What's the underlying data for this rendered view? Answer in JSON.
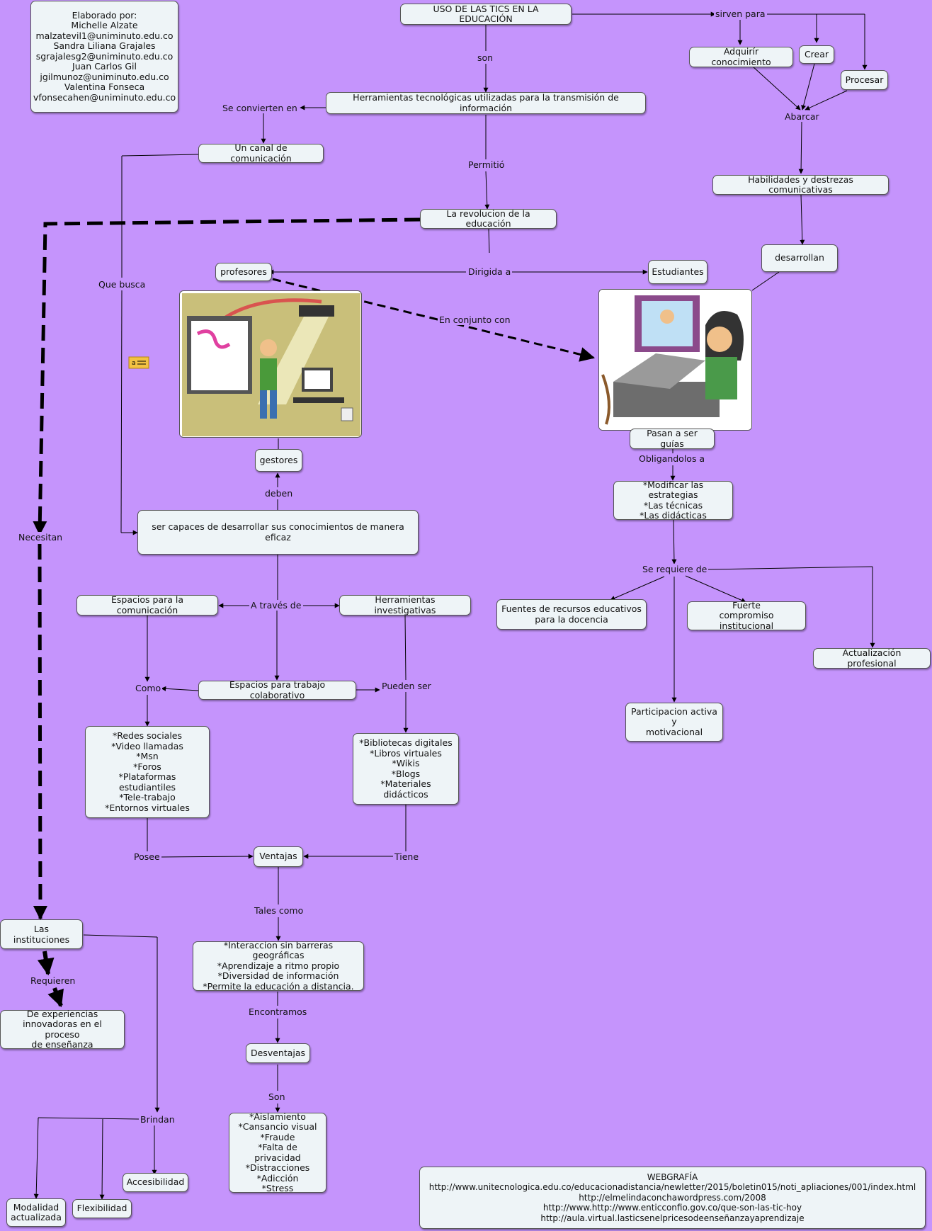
{
  "credits": {
    "lines": [
      "Elaborado por:",
      "Michelle Alzate",
      "malzatevil1@uniminuto.edu.co",
      "Sandra Liliana Grajales",
      "sgrajalesg2@uniminuto.edu.co",
      "Juan Carlos Gil",
      "jgilmunoz@uniminuto.edu.co",
      "Valentina Fonseca",
      "vfonsecahen@uniminuto.edu.co"
    ]
  },
  "nodes": {
    "main": "USO DE LAS TICS EN LA EDUCACIÓN",
    "adquirir": "Adquirír conocimiento",
    "crear": "Crear",
    "procesar": "Procesar",
    "herramientas": "Herramientas tecnológicas utilizadas para la transmisión de información",
    "canal": "Un  canal de comunicación",
    "habilidades": "Habilidades y destrezas comunicativas",
    "revolucion": "La revolucion de la educación",
    "desarrollan": "desarrollan",
    "profesores": "profesores",
    "estudiantes": "Estudiantes",
    "gestores": "gestores",
    "pasan": "Pasan a ser guías",
    "modificar": "*Modificar las estrategias\n*Las técnicas\n*Las didácticas",
    "ser_capaces": "ser capaces de desarrollar sus conocimientos de manera eficaz",
    "espacios_com": "Espacios para la comunicación",
    "herr_inv": "Herramientas investigativas",
    "fuentes": "Fuentes de recursos educativos\npara la docencia",
    "fuerte": "Fuerte\ncompromiso institucional",
    "actualizacion": "Actualización profesional",
    "espacios_trab": "Espacios para trabajo colaborativo",
    "participacion": "Participacion activa\ny\nmotivacional",
    "redes": "*Redes sociales\n*Video llamadas\n*Msn\n*Foros\n*Plataformas estudiantiles\n*Tele-trabajo\n*Entornos virtuales",
    "bibliotecas": "*Bibliotecas digitales\n*Libros virtuales\n*Wikis\n*Blogs\n*Materiales didácticos",
    "ventajas": "Ventajas",
    "instituciones": "Las instituciones",
    "interaccion": "*Interaccion sin barreras geográficas\n*Aprendizaje a ritmo propio\n*Diversidad de información\n*Permite la educación a distancia.",
    "experiencias": "De experiencias\ninnovadoras en el proceso\nde enseñanza",
    "desventajas": "Desventajas",
    "aislamiento": "*Aislamiento\n*Cansancio visual\n*Fraude\n*Falta de privacidad\n*Distracciones\n*Adicción\n*Stress",
    "accesibilidad": "Accesibilidad",
    "modalidad": "Modalidad\nactualizada",
    "flexibilidad": "Flexibilidad",
    "webgrafia": "WEBGRAFÍA\nhttp://www.unitecnologica.edu.co/educacionadistancia/newletter/2015/boletin015/noti_apliaciones/001/index.html\nhttp://elmelindaconchawordpress.com/2008\nhttp://www.http://www.enticconfio.gov.co/que-son-las-tic-hoy\nhttp://aula.virtual.lasticsenelpricesodeenseñanzayaprendizaje"
  },
  "links": {
    "sirven": "sirven para",
    "son": "son",
    "abarcar": "Abarcar",
    "se_convierten": "Se convierten en",
    "permitio": "Permitió",
    "dirigida": "Dirigida a",
    "que_busca": "Que busca",
    "en_conjunto": "En conjunto con",
    "obligandolos": "Obligandolos a",
    "deben": "deben",
    "necesitan": "Necesitan",
    "se_requiere": "Se requiere de",
    "a_traves": "A través de",
    "como": "Como",
    "pueden_ser": "Pueden ser",
    "posee": "Posee",
    "tiene": "Tiene",
    "tales_como": "Tales como",
    "requieren": "Requieren",
    "encontramos": "Encontramos",
    "son2": "Son",
    "brindan": "Brindan"
  },
  "images": {
    "teacher": "teacher-at-smartboard-clipart",
    "student": "student-at-computer-clipart"
  },
  "colors": {
    "background": "#c594fc",
    "node_fill": "#eef4f7",
    "line": "#000000"
  }
}
